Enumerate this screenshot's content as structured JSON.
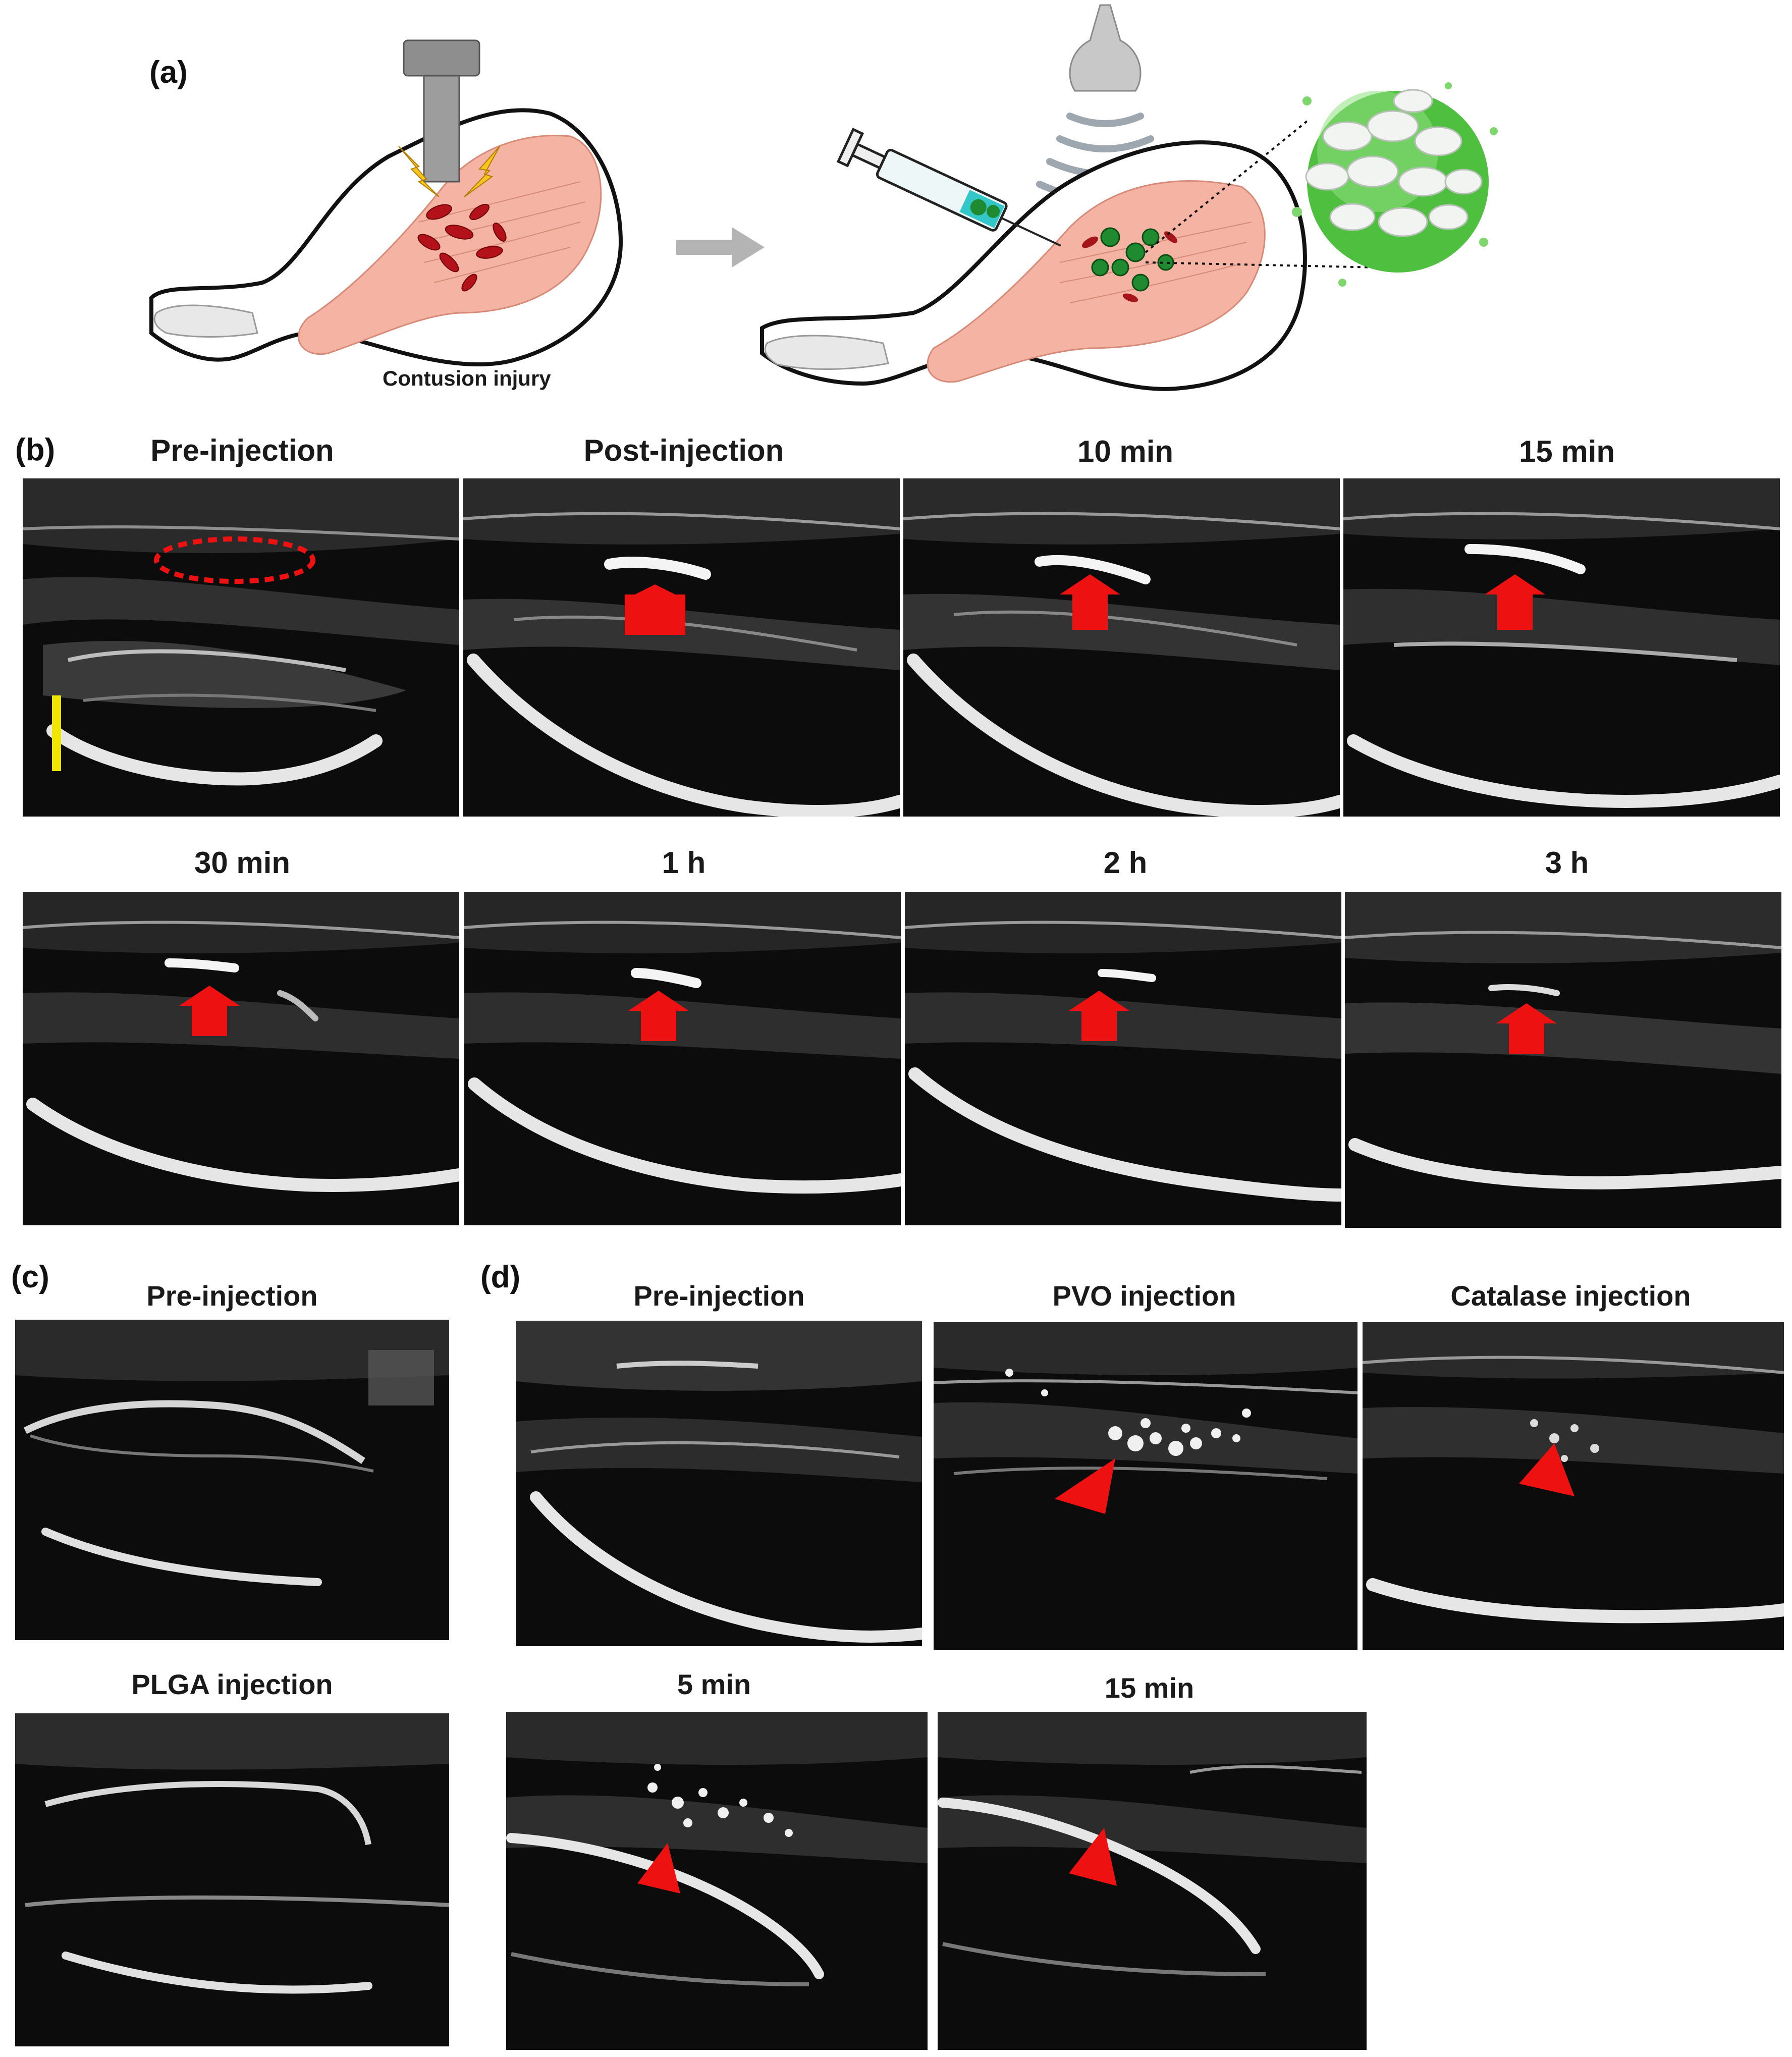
{
  "panel_a": {
    "label": "(a)",
    "caption": "Contusion injury"
  },
  "panel_b": {
    "label": "(b)",
    "frames": [
      {
        "title": "Pre-injection",
        "marker": "dashed-ellipse",
        "scale_bar": true
      },
      {
        "title": "Post-injection",
        "marker": "arrow"
      },
      {
        "title": "10 min",
        "marker": "arrow"
      },
      {
        "title": "15 min",
        "marker": "arrow"
      },
      {
        "title": "30 min",
        "marker": "arrow"
      },
      {
        "title": "1 h",
        "marker": "arrow"
      },
      {
        "title": "2 h",
        "marker": "arrow"
      },
      {
        "title": "3 h",
        "marker": "arrow"
      }
    ]
  },
  "panel_c": {
    "label": "(c)",
    "frames": [
      {
        "title": "Pre-injection"
      },
      {
        "title": "PLGA injection"
      }
    ]
  },
  "panel_d": {
    "label": "(d)",
    "frames": [
      {
        "title": "Pre-injection",
        "marker": "none"
      },
      {
        "title": "PVO injection",
        "marker": "arrowhead"
      },
      {
        "title": "Catalase injection",
        "marker": "arrowhead"
      },
      {
        "title": "5 min",
        "marker": "arrowhead"
      },
      {
        "title": "15 min",
        "marker": "arrowhead"
      }
    ]
  },
  "colors": {
    "marker_red": "#ee1111",
    "scale_bar_yellow": "#f2e600",
    "muscle_pink": "#f4b3a3",
    "vesicle_green": "#2e9e3a"
  }
}
